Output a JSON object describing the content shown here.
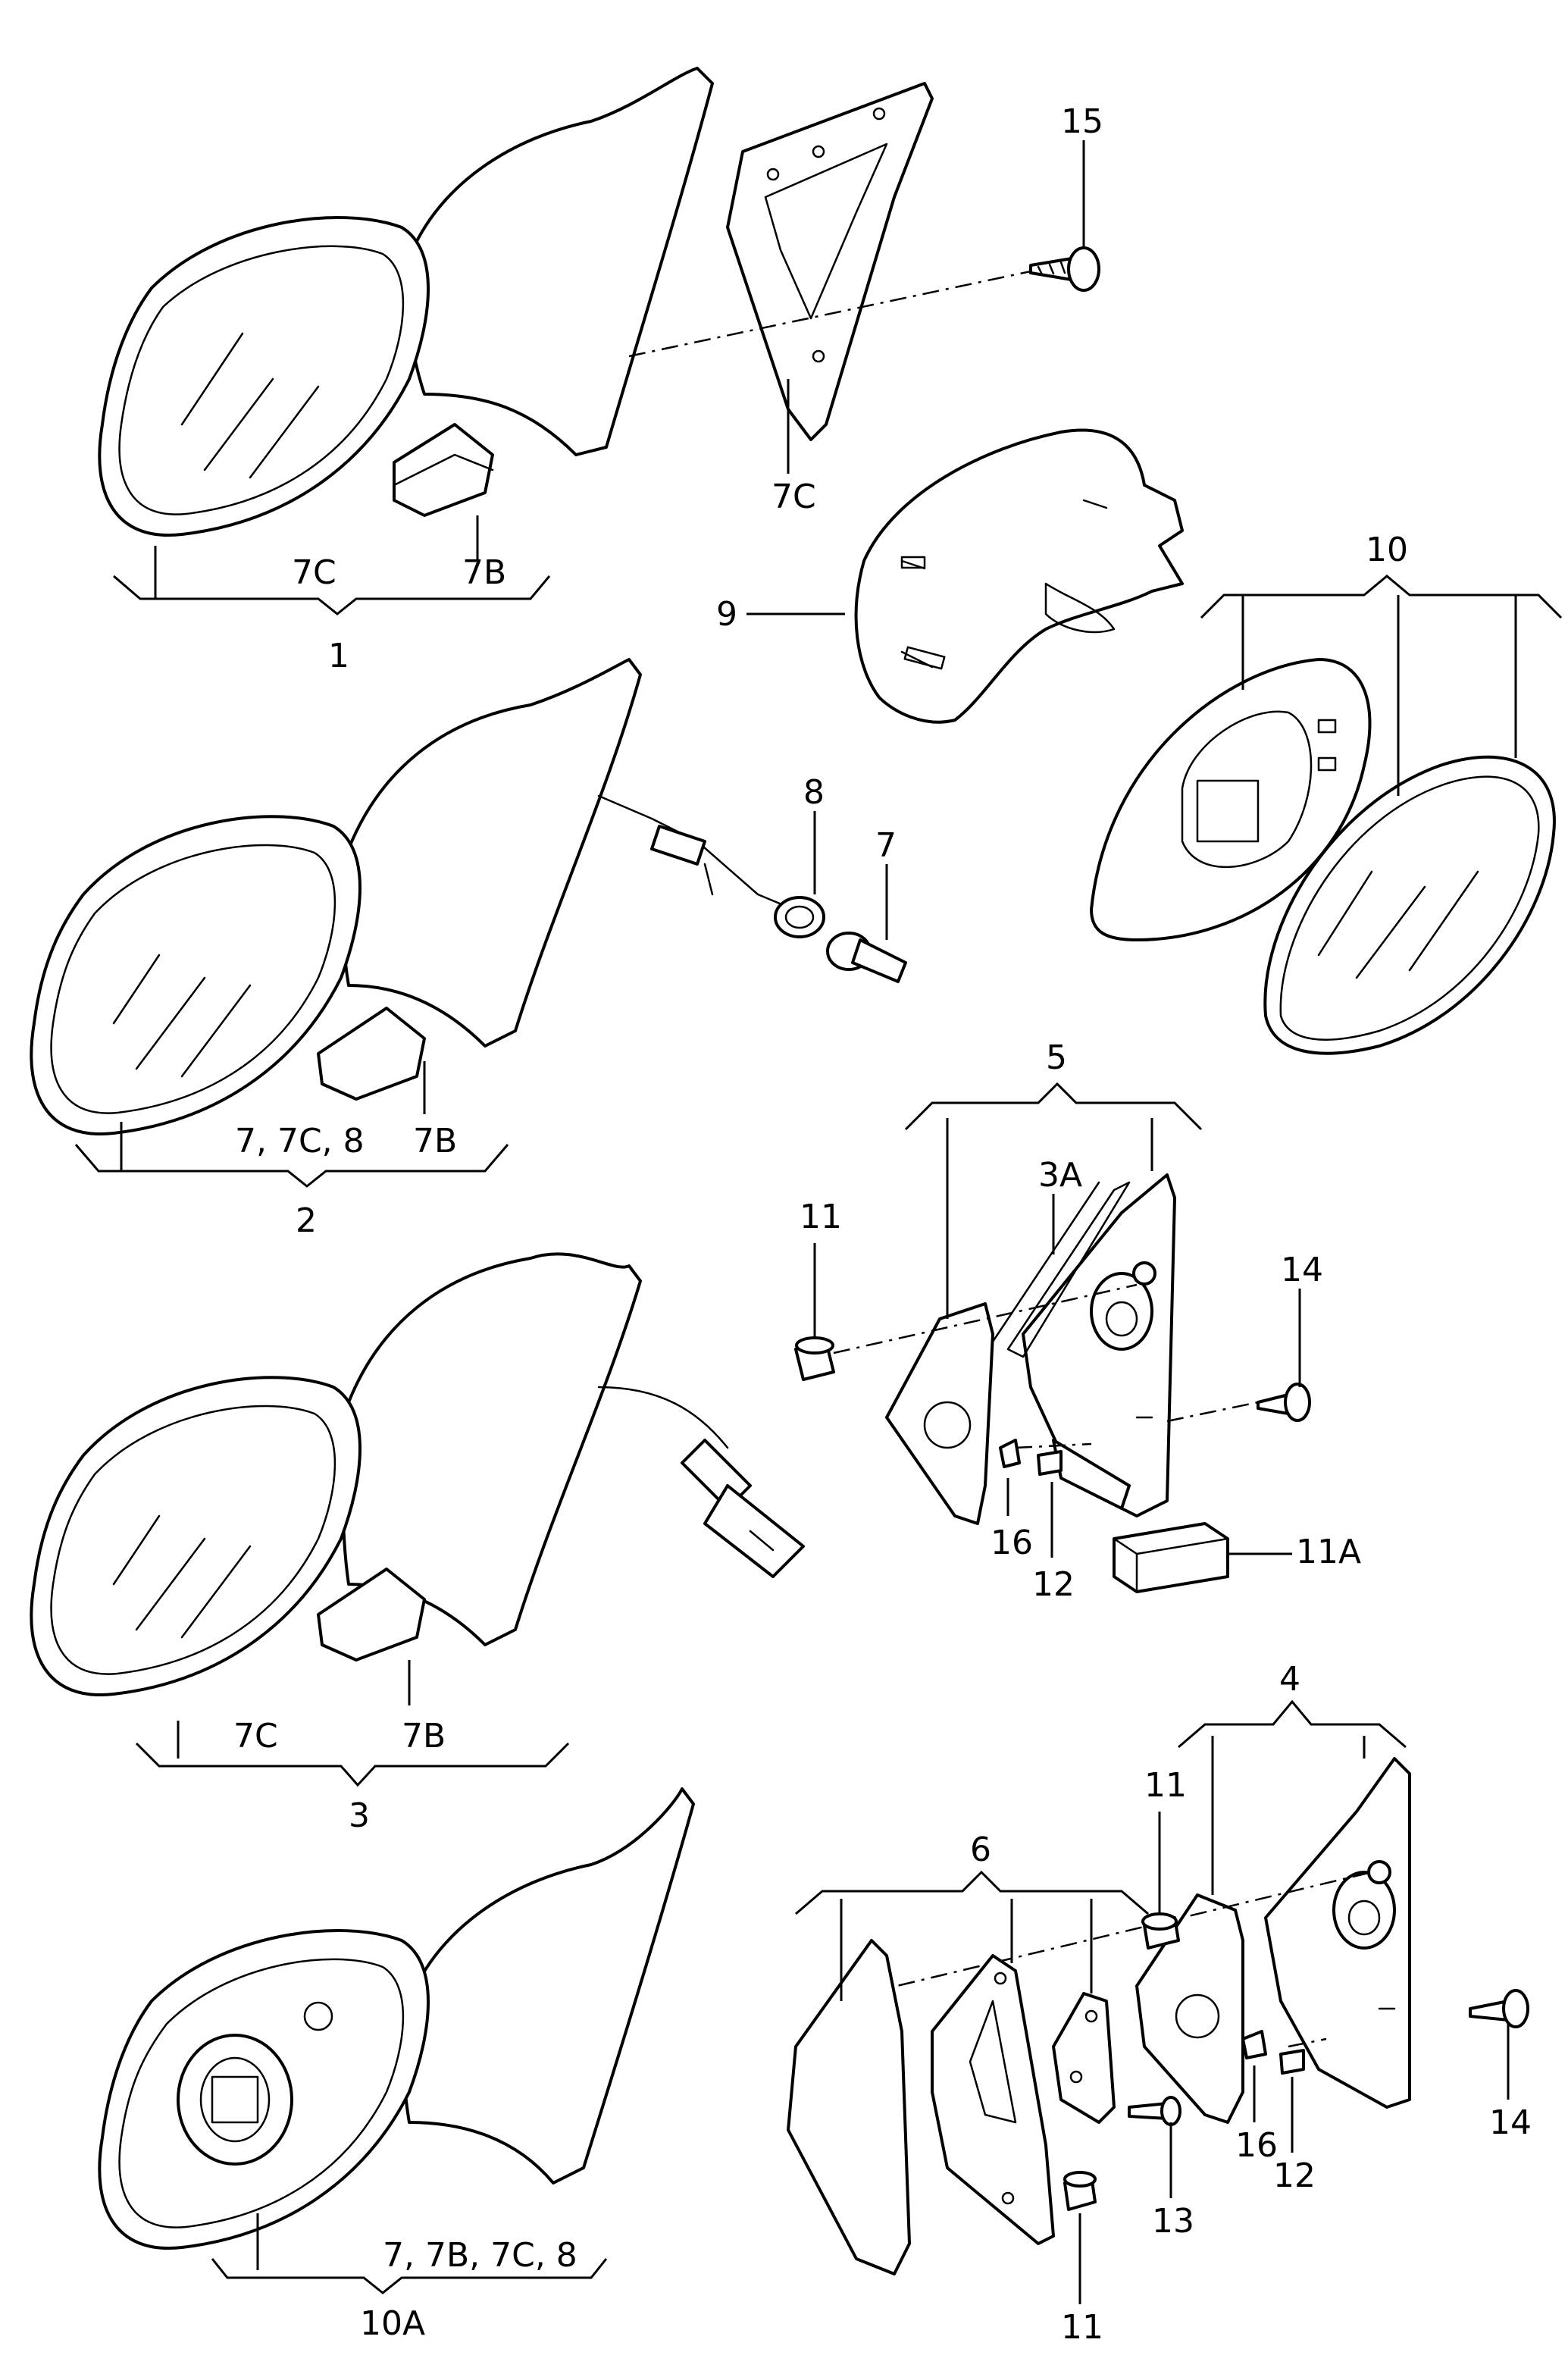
{
  "labels": {
    "l15": "15",
    "l7c_plate": "7C",
    "l7c_1": "7C",
    "l7b_1": "7B",
    "l1": "1",
    "l9": "9",
    "l10": "10",
    "l8": "8",
    "l7": "7",
    "l778_2": "7, 7C, 8",
    "l7b_2": "7B",
    "l2": "2",
    "l5": "5",
    "l3a": "3A",
    "l11_a": "11",
    "l14_a": "14",
    "l16_a": "16",
    "l12_a": "12",
    "l11a": "11A",
    "l7c_3": "7C",
    "l7b_3": "7B",
    "l3": "3",
    "l4": "4",
    "l6": "6",
    "l11_b": "11",
    "l14_b": "14",
    "l13": "13",
    "l16_b": "16",
    "l12_b": "12",
    "l11_c": "11",
    "l7_list_4": "7, 7B, 7C, 8",
    "l10a": "10A"
  }
}
